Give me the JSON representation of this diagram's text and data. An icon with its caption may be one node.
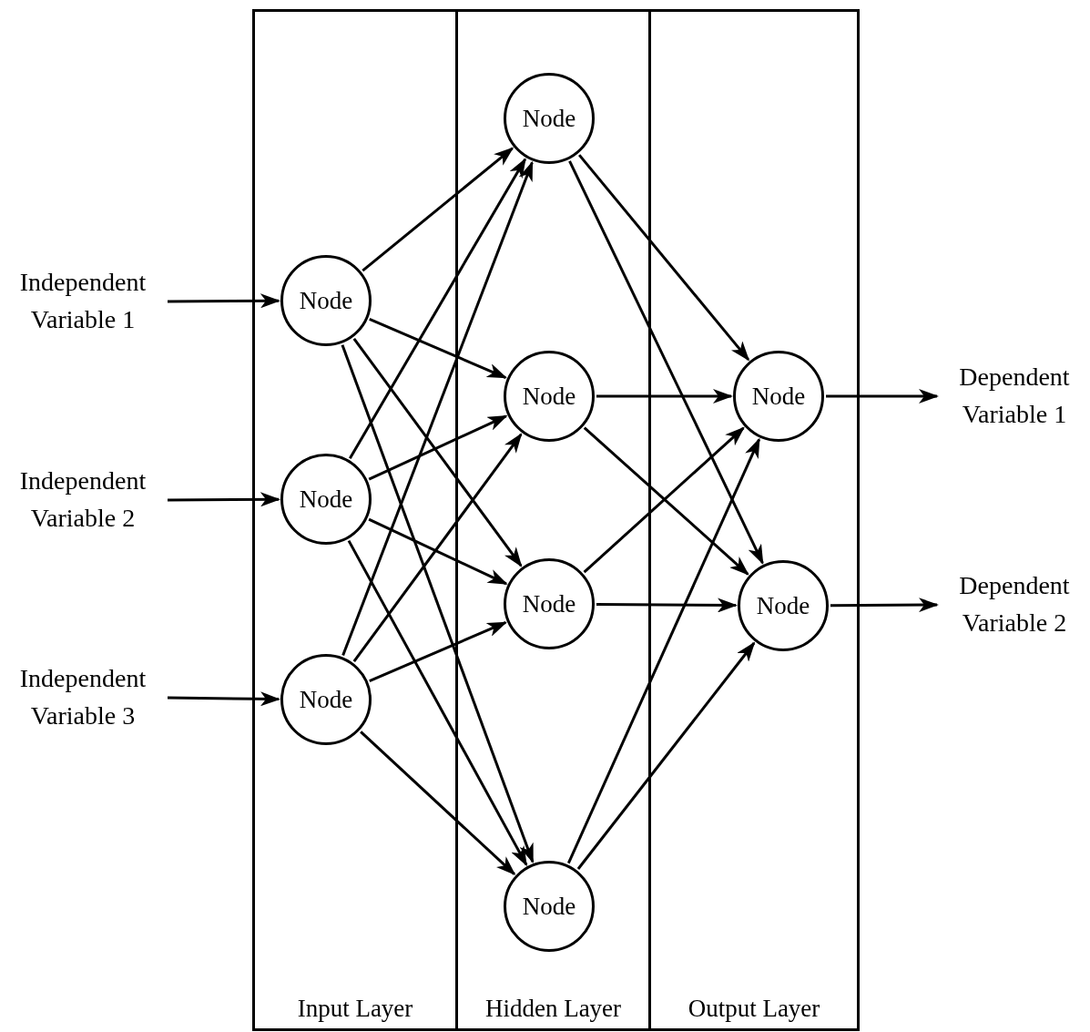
{
  "diagram": {
    "nodes": [
      {
        "text": [
          "Input Layer"
        ]
      },
      {
        "text": [
          "Hidden Layer"
        ]
      },
      {
        "text": [
          "Output Layer"
        ]
      },
      {
        "text": [
          "Node"
        ],
        "in": 0
      },
      {
        "text": [
          "Node"
        ],
        "in": 0
      },
      {
        "text": [
          "Node"
        ],
        "in": 0
      },
      {
        "text": [
          "Node"
        ],
        "in": 1
      },
      {
        "text": [
          "Node"
        ],
        "in": 1
      },
      {
        "text": [
          "Node"
        ],
        "in": 1
      },
      {
        "text": [
          "Node"
        ],
        "in": 1
      },
      {
        "text": [
          "Node"
        ],
        "in": 2
      },
      {
        "text": [
          "Node"
        ],
        "in": 2
      },
      {
        "text": [
          "Independent Variable 1"
        ]
      },
      {
        "text": [
          "Independent Variable 2"
        ]
      },
      {
        "text": [
          "Independent Variable 3"
        ]
      },
      {
        "text": [
          "Dependent Variable 1"
        ]
      },
      {
        "text": [
          "Dependent Variable 2"
        ]
      }
    ],
    "edges": [
      {
        "from": 12,
        "to": 3,
        "arrow": "to"
      },
      {
        "from": 13,
        "to": 4,
        "arrow": "to"
      },
      {
        "from": 14,
        "to": 5,
        "arrow": "to"
      },
      {
        "from": 3,
        "to": 6,
        "arrow": "to"
      },
      {
        "from": 3,
        "to": 7,
        "arrow": "to"
      },
      {
        "from": 3,
        "to": 8,
        "arrow": "to"
      },
      {
        "from": 3,
        "to": 9,
        "arrow": "to"
      },
      {
        "from": 4,
        "to": 6,
        "arrow": "to"
      },
      {
        "from": 4,
        "to": 7,
        "arrow": "to"
      },
      {
        "from": 4,
        "to": 8,
        "arrow": "to"
      },
      {
        "from": 4,
        "to": 9,
        "arrow": "to"
      },
      {
        "from": 5,
        "to": 6,
        "arrow": "to"
      },
      {
        "from": 5,
        "to": 7,
        "arrow": "to"
      },
      {
        "from": 5,
        "to": 8,
        "arrow": "to"
      },
      {
        "from": 5,
        "to": 9,
        "arrow": "to"
      },
      {
        "from": 6,
        "to": 10,
        "arrow": "to"
      },
      {
        "from": 6,
        "to": 11,
        "arrow": "to"
      },
      {
        "from": 7,
        "to": 10,
        "arrow": "to"
      },
      {
        "from": 7,
        "to": 11,
        "arrow": "to"
      },
      {
        "from": 8,
        "to": 10,
        "arrow": "to"
      },
      {
        "from": 8,
        "to": 11,
        "arrow": "to"
      },
      {
        "from": 9,
        "to": 10,
        "arrow": "to"
      },
      {
        "from": 9,
        "to": 11,
        "arrow": "to"
      },
      {
        "from": 10,
        "to": 15,
        "arrow": "to"
      },
      {
        "from": 11,
        "to": 16,
        "arrow": "to"
      }
    ]
  }
}
